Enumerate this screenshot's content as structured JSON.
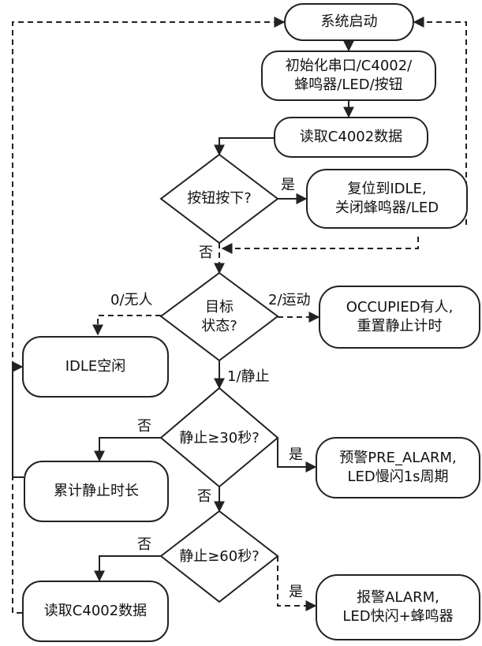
{
  "nodes": {
    "start": "系统启动",
    "init": "初始化串口/C4002/\n蜂鸣器/LED/按钮",
    "read_top": "读取C4002数据",
    "decision_button": "按钮按下?",
    "reset": "复位到IDLE,\n关闭蜂鸣器/LED",
    "decision_state": "目标\n状态?",
    "occupied": "OCCUPIED有人,\n重置静止计时",
    "idle": "IDLE空闲",
    "decision_30": "静止≥30秒?",
    "pre_alarm": "预警PRE_ALARM,\nLED慢闪1s周期",
    "accumulate": "累计静止时长",
    "decision_60": "静止≥60秒?",
    "read_bottom": "读取C4002数据",
    "alarm": "报警ALARM,\nLED快闪+蜂鸣器"
  },
  "labels": {
    "yes_button": "是",
    "no_button": "否",
    "state_none": "0/无人",
    "state_motion": "2/运动",
    "state_still": "1/静止",
    "no_30": "否",
    "yes_30": "是",
    "no_30_down": "否",
    "no_60": "否",
    "yes_60": "是"
  }
}
